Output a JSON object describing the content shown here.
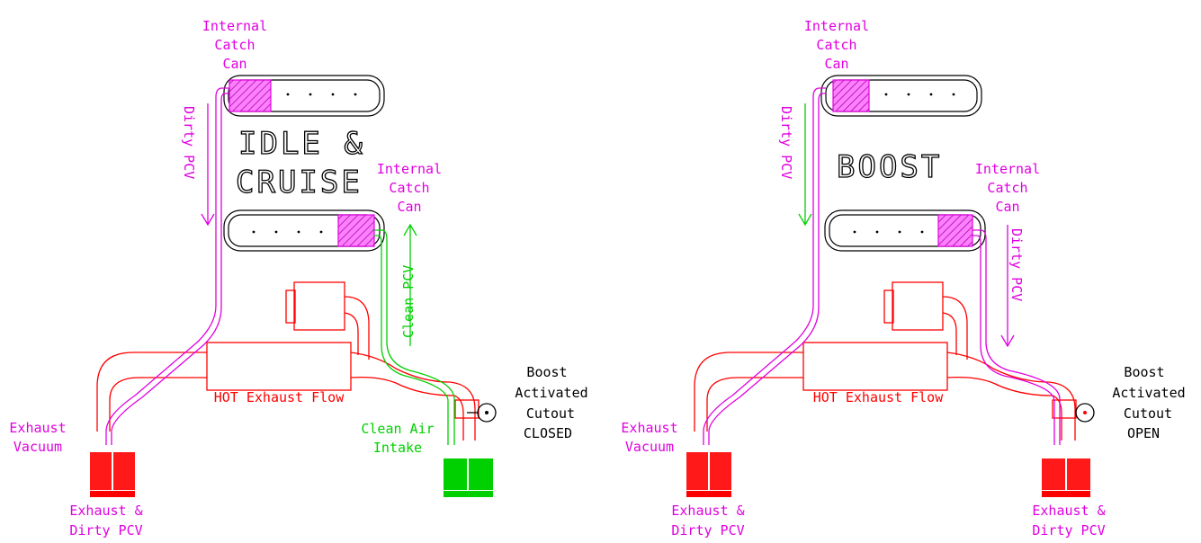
{
  "colors": {
    "exhaust": "#ff0000",
    "dirty_pcv": "#e000e0",
    "clean": "#00d000",
    "outline": "#000000"
  },
  "left": {
    "mode_line1": "IDLE &",
    "mode_line2": "CRUISE",
    "catch_can_top": [
      "Internal",
      "Catch",
      "Can"
    ],
    "catch_can_bottom": [
      "Internal",
      "Catch",
      "Can"
    ],
    "dirty_pcv_arrow": "Dirty PCV",
    "clean_pcv_arrow": "Clean PCV",
    "hot_flow": "HOT Exhaust Flow",
    "exhaust_vacuum": [
      "Exhaust",
      "Vacuum"
    ],
    "clean_air_intake": [
      "Clean Air",
      "Intake"
    ],
    "cutout": [
      "Boost",
      "Activated",
      "Cutout",
      "CLOSED"
    ],
    "tips_label": [
      "Exhaust &",
      "Dirty PCV"
    ]
  },
  "right": {
    "mode_line1": "BOOST",
    "catch_can_top": [
      "Internal",
      "Catch",
      "Can"
    ],
    "catch_can_bottom": [
      "Internal",
      "Catch",
      "Can"
    ],
    "dirty_pcv_arrow_left": "Dirty PCV",
    "dirty_pcv_arrow_right": "Dirty PCV",
    "hot_flow": "HOT Exhaust Flow",
    "exhaust_vacuum": [
      "Exhaust",
      "Vacuum"
    ],
    "cutout": [
      "Boost",
      "Activated",
      "Cutout",
      "OPEN"
    ],
    "tips_label_left": [
      "Exhaust &",
      "Dirty PCV"
    ],
    "tips_label_right": [
      "Exhaust &",
      "Dirty PCV"
    ]
  }
}
